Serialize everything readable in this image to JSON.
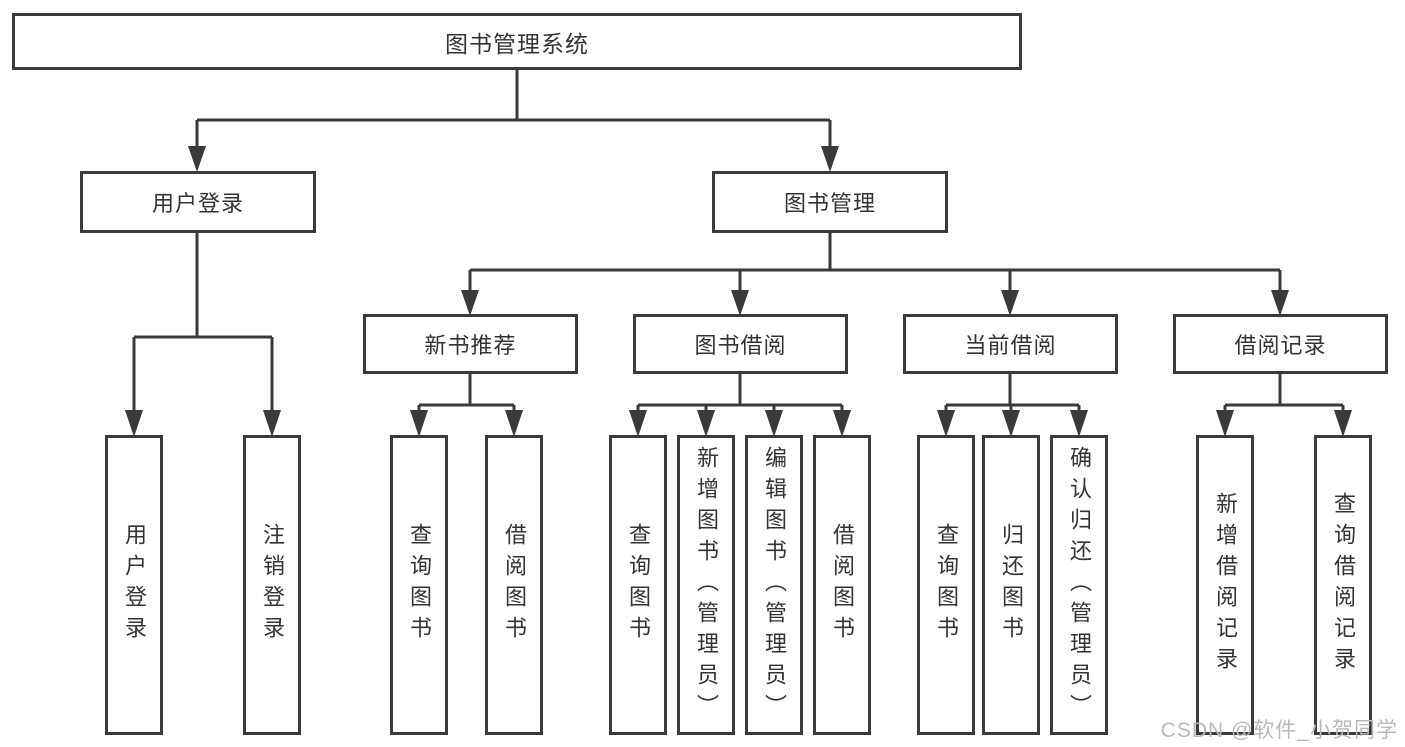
{
  "diagram": {
    "root": "图书管理系统",
    "user_login": {
      "label": "用户登录",
      "children": {
        "login": "用户登录",
        "logout": "注销登录"
      }
    },
    "book_mgmt": {
      "label": "图书管理",
      "modules": {
        "new_books": {
          "label": "新书推荐",
          "children": {
            "query": "查询图书",
            "borrow": "借阅图书"
          }
        },
        "borrow": {
          "label": "图书借阅",
          "children": {
            "query": "查询图书",
            "add": "新增图书（管理员）",
            "edit": "编辑图书（管理员）",
            "borrow": "借阅图书"
          }
        },
        "current": {
          "label": "当前借阅",
          "children": {
            "query": "查询图书",
            "return": "归还图书",
            "confirm": "确认归还（管理员）"
          }
        },
        "records": {
          "label": "借阅记录",
          "children": {
            "add": "新增借阅记录",
            "query": "查询借阅记录"
          }
        }
      }
    }
  },
  "watermark": "CSDN @软件_小贺同学",
  "colors": {
    "line": "#3a3a3a",
    "text": "#333333",
    "watermark": "#b9b9b9",
    "background": "#ffffff"
  }
}
